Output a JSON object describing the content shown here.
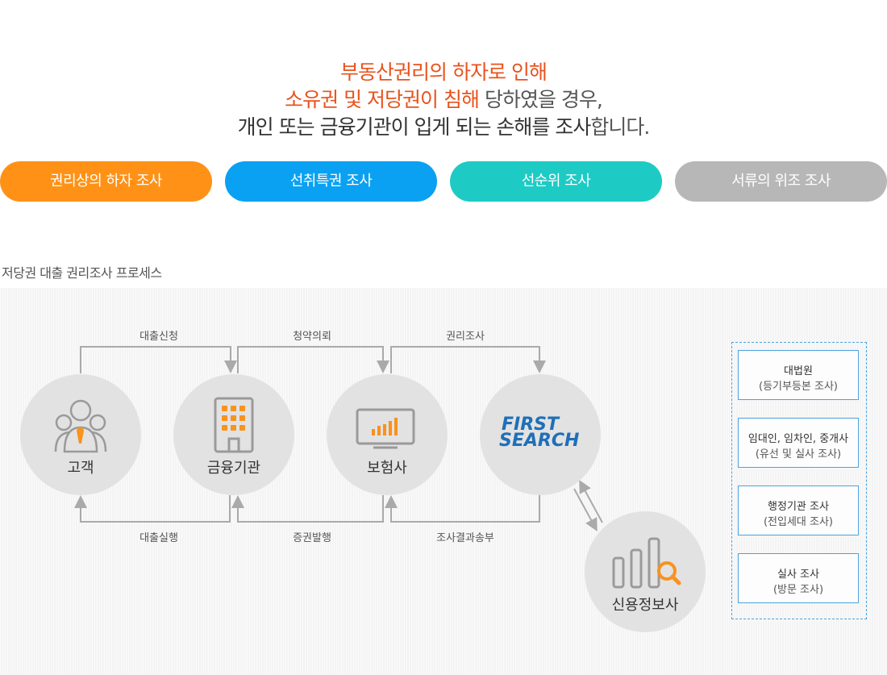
{
  "headline": {
    "line1": "부동산권리의 하자로 인해",
    "line2_accent": "소유권 및 저당권이 침해",
    "line2_rest": " 당하였을 경우,",
    "line3_bold": "개인 또는 금융기관이 입게 되는 손해를 조사",
    "line3_rest": "합니다."
  },
  "pills": [
    {
      "label": "권리상의 하자 조사",
      "color": "#ff9216"
    },
    {
      "label": "선취특권 조사",
      "color": "#0aa1f3"
    },
    {
      "label": "선순위 조사",
      "color": "#1ecbc4"
    },
    {
      "label": "서류의 위조 조사",
      "color": "#b7b7b7"
    }
  ],
  "section_title": "저당권 대출 권리조사 프로세스",
  "nodes": {
    "customer": "고객",
    "bank": "금융기관",
    "insurer": "보험사",
    "first_search": {
      "line1": "FIRST",
      "line2": "SEARCH"
    },
    "credit": "신용정보사"
  },
  "flow_labels": {
    "loan_application": "대출신청",
    "subscription_request": "청약의뢰",
    "title_search": "권리조사",
    "loan_execution": "대출실행",
    "policy_issuance": "증권발행",
    "result_delivery": "조사결과송부"
  },
  "side_boxes": [
    {
      "title": "대법원",
      "sub": "(등기부등본 조사)"
    },
    {
      "title": "임대인, 임차인, 중개사",
      "sub": "(유선 및 실사 조사)"
    },
    {
      "title": "행정기관 조사",
      "sub": "(전입세대 조사)"
    },
    {
      "title": "실사 조사",
      "sub": "(방문 조사)"
    }
  ],
  "colors": {
    "accent": "#e8531e",
    "icon_orange": "#f7931e",
    "icon_gray": "#9a9a9a",
    "line_gray": "#aaaaaa",
    "side_border": "#4aa3df",
    "logo_blue": "#1f6fb8"
  }
}
